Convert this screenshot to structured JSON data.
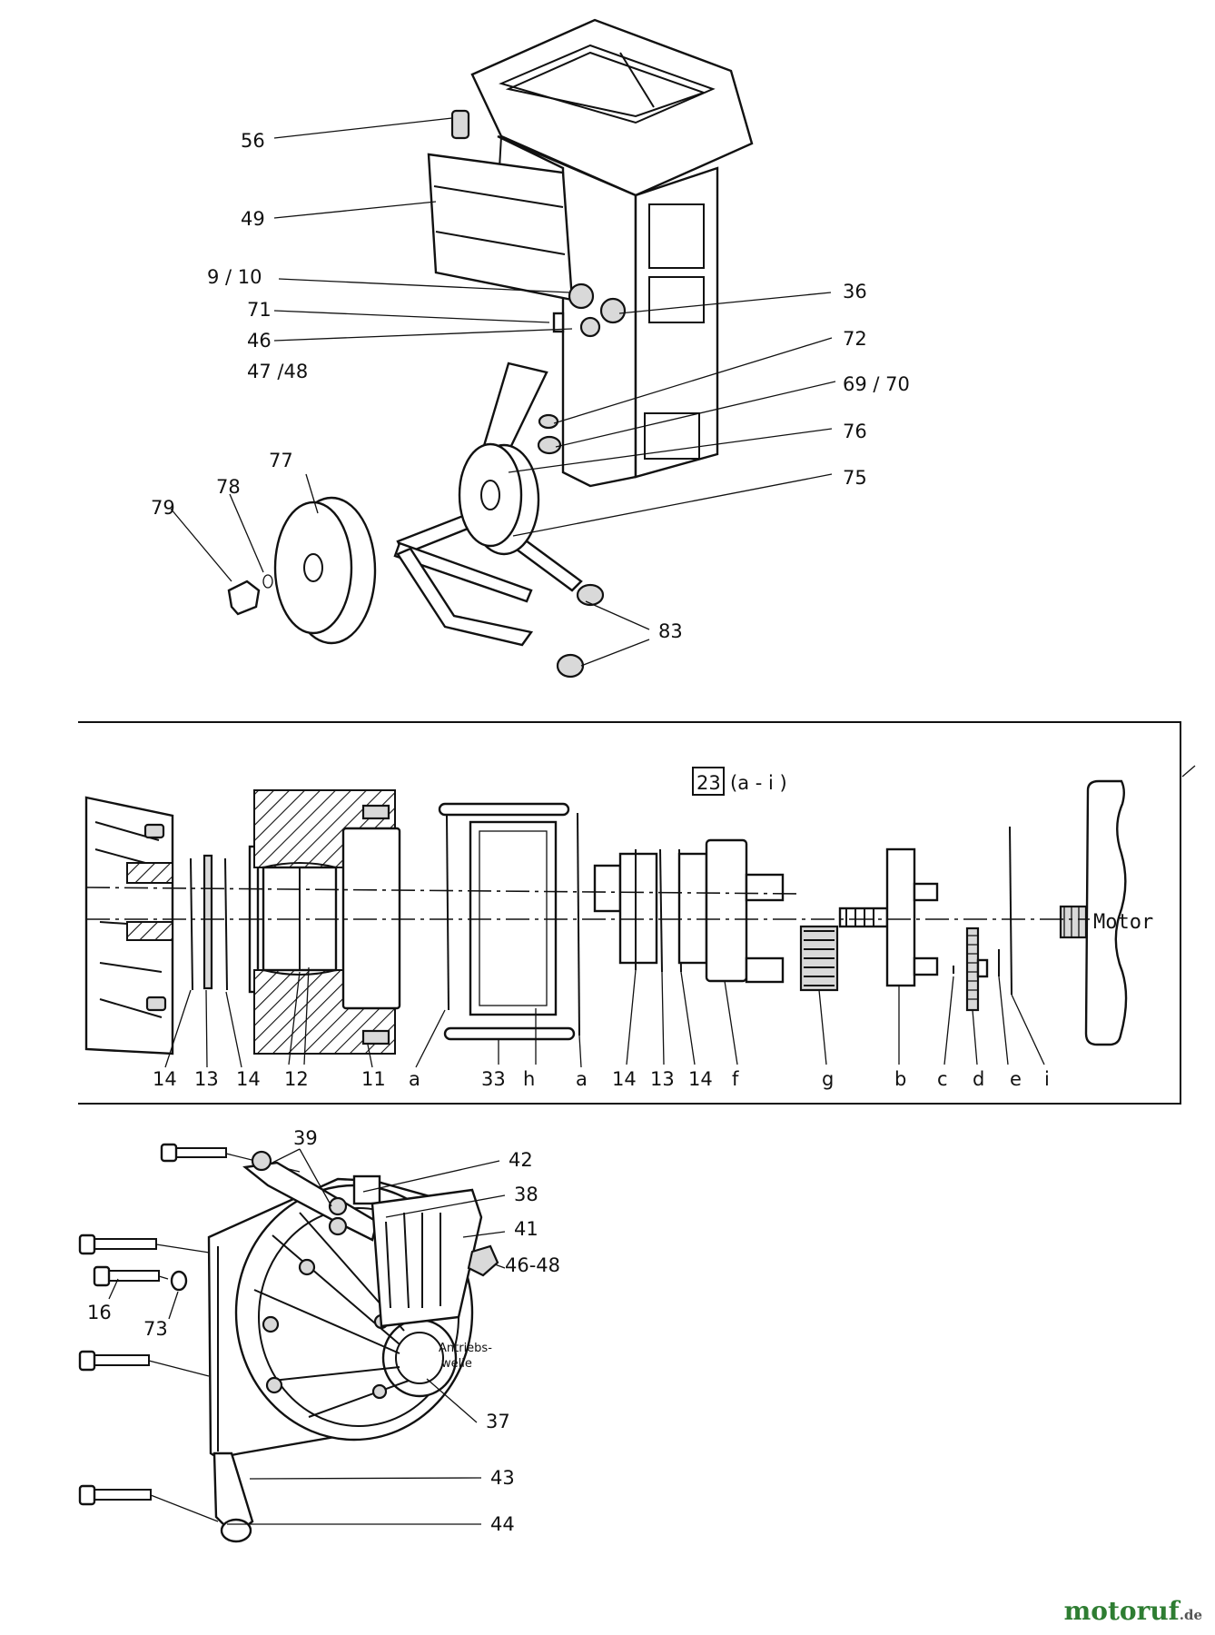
{
  "top_labels": {
    "l56": "56",
    "l49": "49",
    "l9_10": "9 / 10",
    "l71": "71",
    "l46": "46",
    "l47_48": "47 /48",
    "l36": "36",
    "l72": "72",
    "l69_70": "69 / 70",
    "l76": "76",
    "l75": "75",
    "l77": "77",
    "l78": "78",
    "l79": "79",
    "l83": "83"
  },
  "gear_box": {
    "kit_ref": "23",
    "kit_range": "(a - i )",
    "motor": "Motor",
    "labels": [
      "14",
      "13",
      "14",
      "12",
      "11",
      "a",
      "33",
      "h",
      "a",
      "14",
      "13",
      "14",
      "f",
      "g",
      "b",
      "c",
      "d",
      "e",
      "i"
    ]
  },
  "bottom_labels": {
    "l39": "39",
    "l42": "42",
    "l38": "38",
    "l41": "41",
    "l46_48": "46-48",
    "l16": "16",
    "l73": "73",
    "l37": "37",
    "l43": "43",
    "l44": "44",
    "shaft_1": "Antriebs-",
    "shaft_2": "welle"
  },
  "watermark": {
    "name": "motoruf",
    "tld": ".de"
  }
}
